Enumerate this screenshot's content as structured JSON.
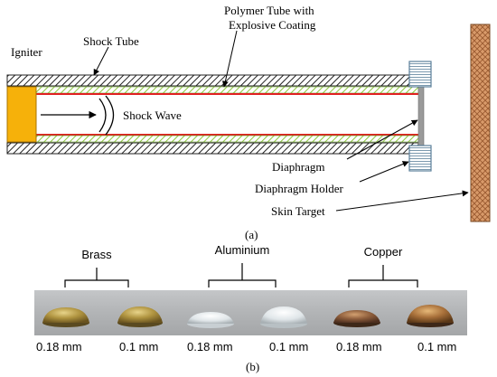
{
  "panel_a": {
    "labels": {
      "polymer_tube_line1": "Polymer Tube with",
      "polymer_tube_line2": "Explosive Coating",
      "shock_tube": "Shock Tube",
      "igniter": "Igniter",
      "shock_wave": "Shock Wave",
      "diaphragm": "Diaphragm",
      "diaphragm_holder": "Diaphragm Holder",
      "skin_target": "Skin Target"
    },
    "caption": "(a)"
  },
  "panel_b": {
    "groups": [
      {
        "name": "Brass"
      },
      {
        "name": "Aluminium"
      },
      {
        "name": "Copper"
      }
    ],
    "thickness_labels": [
      "0.18 mm",
      "0.1 mm",
      "0.18 mm",
      "0.1 mm",
      "0.18 mm",
      "0.1 mm"
    ],
    "caption": "(b)"
  },
  "colors": {
    "igniter": "#f6b10a",
    "tube_hatch": "#222222",
    "coating_green": "#8cc63f",
    "polymer_red": "#e02020",
    "diaphragm_gray": "#9a9a9a",
    "holder_blue": "#5b7f9a",
    "skin_target": "#c9875a",
    "photo_background": "#b4b6b8",
    "brass": "#a88a3a",
    "aluminium": "#e6ebed",
    "copper": "#8a5a3c"
  }
}
